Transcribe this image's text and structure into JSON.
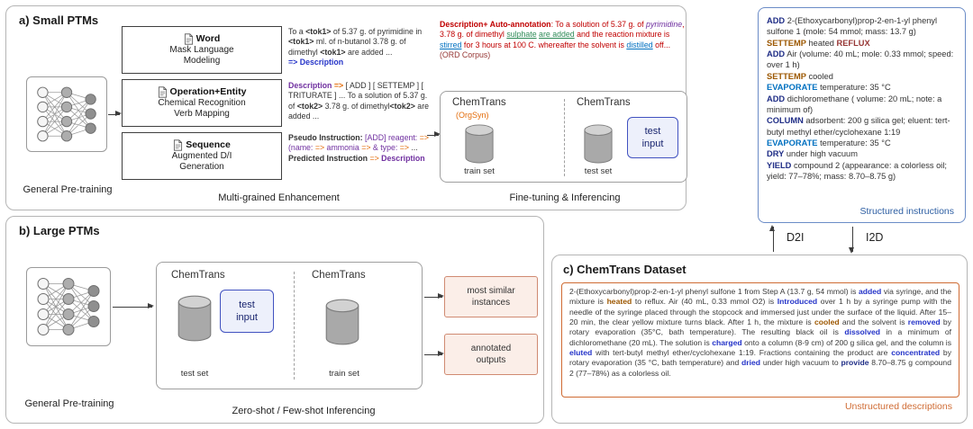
{
  "panel_a": {
    "title": "a) Small PTMs",
    "general_label": "General Pre-training",
    "enhance_label": "Multi-grained Enhancement",
    "finetune_label": "Fine-tuning & Inferencing",
    "boxes": [
      {
        "title": "Word",
        "lines": "Mask Language\nModeling"
      },
      {
        "title": "Operation+Entity",
        "lines": "Chemical Recognition\nVerb Mapping"
      },
      {
        "title": "Sequence",
        "lines": "Augmented D/I\nGeneration"
      }
    ],
    "mlm_text": [
      {
        "t": "To a "
      },
      {
        "t": "<tok1>",
        "c": "b"
      },
      {
        "t": " of 5.37 g. of pyrimidine in "
      },
      {
        "t": "<tok1>",
        "c": "b"
      },
      {
        "t": " ml. of n-butanol 3.78 g. of dimethyl "
      },
      {
        "t": "<tok1>",
        "c": "b"
      },
      {
        "t": " are added ...\n"
      },
      {
        "t": "=> Description",
        "c": "b blue"
      }
    ],
    "verb_text": [
      {
        "t": "Description ",
        "c": "b purple"
      },
      {
        "t": "=>",
        "c": "b orange"
      },
      {
        "t": " [ ADD ] [ SETTEMP ] [ TRITURATE ] ... To a solution of 5.37 g. of "
      },
      {
        "t": "<tok2>",
        "c": "b"
      },
      {
        "t": " 3.78 g. of dimethyl"
      },
      {
        "t": "<tok2>",
        "c": "b"
      },
      {
        "t": " are added ..."
      }
    ],
    "pseudo_text": [
      {
        "t": "Pseudo Instruction:",
        "c": "b"
      },
      {
        "t": " [ADD] reagent: ",
        "c": "purple"
      },
      {
        "t": "=>",
        "c": "orange"
      },
      {
        "t": " (name: ",
        "c": "purple"
      },
      {
        "t": "=>",
        "c": "orange"
      },
      {
        "t": " ammonia ",
        "c": "purple"
      },
      {
        "t": "=>",
        "c": "orange"
      },
      {
        "t": " & type: ",
        "c": "purple"
      },
      {
        "t": "=>",
        "c": "orange"
      },
      {
        "t": " ...\n"
      },
      {
        "t": "Predicted Instruction",
        "c": "b"
      },
      {
        "t": " "
      },
      {
        "t": "=>",
        "c": "orange"
      },
      {
        "t": " "
      },
      {
        "t": "Description",
        "c": "b purple"
      }
    ],
    "annotation_text": [
      {
        "t": "Description+ Auto-annotation",
        "c": "b red"
      },
      {
        "t": ": To a solution of 5.37 g. of ",
        "c": "red"
      },
      {
        "t": "pyrimidine",
        "c": "i purple"
      },
      {
        "t": ", 3.78 g. of dimethyl ",
        "c": "red"
      },
      {
        "t": "sulphate",
        "c": "green u"
      },
      {
        "t": " ",
        "c": "red"
      },
      {
        "t": "are added",
        "c": "green u"
      },
      {
        "t": " and the reaction mixture is ",
        "c": "red"
      },
      {
        "t": "stirred",
        "c": "sky u"
      },
      {
        "t": " for 3 hours at 100 C. whereafter the solvent is ",
        "c": "red"
      },
      {
        "t": "distilled",
        "c": "sky u"
      },
      {
        "t": " off... ",
        "c": "red"
      },
      {
        "t": "(ORD Corpus)",
        "c": "maroon"
      }
    ],
    "finetune": {
      "left_title": "ChemTrans",
      "left_subtitle": "(OrgSyn)",
      "left_set": "train set",
      "right_title": "ChemTrans",
      "right_set": "test set",
      "test_input": "test\ninput"
    }
  },
  "panel_b": {
    "title": "b) Large PTMs",
    "general_label": "General Pre-training",
    "inference_label": "Zero-shot / Few-shot Inferencing",
    "left_title": "ChemTrans",
    "left_set": "test set",
    "test_input": "test\ninput",
    "right_title": "ChemTrans",
    "right_set": "train set",
    "output1": "most similar\ninstances",
    "output2": "annotated\noutputs"
  },
  "panel_c": {
    "title": "c) ChemTrans Dataset",
    "label": "Unstructured descriptions",
    "unstructured_text": [
      {
        "t": "2-(Ethoxycarbonyl)prop-2-en-1-yl phenyl sulfone 1 from Step A (13.7 g, 54 mmol) is "
      },
      {
        "t": "added",
        "c": "b blue"
      },
      {
        "t": " via syringe, and the mixture is "
      },
      {
        "t": "heated",
        "c": "b brown"
      },
      {
        "t": " to reflux. Air (40 mL, 0.33 mmol O2) is "
      },
      {
        "t": "Introduced",
        "c": "b blue"
      },
      {
        "t": " over 1 h by a syringe pump with the needle of the syringe placed through the stopcock and immersed just under the surface of the liquid. After 15–20 min, the clear yellow mixture turns black. After 1 h, the mixture is "
      },
      {
        "t": "cooled",
        "c": "b brown"
      },
      {
        "t": " and the solvent is "
      },
      {
        "t": "removed",
        "c": "b blue"
      },
      {
        "t": " by rotary evaporation (35°C, bath temperature). The resulting black oil is "
      },
      {
        "t": "dissolved",
        "c": "b blue"
      },
      {
        "t": " in a minimum of dichloromethane (20 mL). The solution is "
      },
      {
        "t": "charged",
        "c": "b blue"
      },
      {
        "t": " onto a column (8-9 cm) of 200 g silica gel, and the column is "
      },
      {
        "t": "eluted",
        "c": "b blue"
      },
      {
        "t": " with tert-butyl methyl ether/cyclohexane 1:19. Fractions containing the product are "
      },
      {
        "t": "concentrated",
        "c": "b blue"
      },
      {
        "t": " by rotary evaporation (35 °C, bath temperature) and "
      },
      {
        "t": "dried",
        "c": "b blue"
      },
      {
        "t": " under high vacuum to "
      },
      {
        "t": "provide",
        "c": "b navy"
      },
      {
        "t": " 8.70–8.75 g compound 2 (77–78%) as a colorless oil."
      }
    ]
  },
  "structured": {
    "label": "Structured instructions",
    "lines": [
      {
        "t": "ADD",
        "c": "b navy"
      },
      {
        "t": " 2-(Ethoxycarbonyl)prop-2-en-1-yl phenyl sulfone 1 (mole: 54 mmol; mass: 13.7 g)\n"
      },
      {
        "t": "SETTEMP",
        "c": "b brown"
      },
      {
        "t": " heated "
      },
      {
        "t": "REFLUX",
        "c": "b maroon"
      },
      {
        "t": "\n"
      },
      {
        "t": "ADD",
        "c": "b navy"
      },
      {
        "t": " Air (volume: 40 mL; mole: 0.33 mmol; speed: over 1 h)\n"
      },
      {
        "t": "SETTEMP",
        "c": "b brown"
      },
      {
        "t": " cooled\n"
      },
      {
        "t": "EVAPORATE",
        "c": "b sky"
      },
      {
        "t": " temperature: 35 °C\n"
      },
      {
        "t": "ADD",
        "c": "b navy"
      },
      {
        "t": " dichloromethane ( volume: 20 mL; note: a minimum of)\n"
      },
      {
        "t": "COLUMN",
        "c": "b navy"
      },
      {
        "t": " adsorbent: 200 g silica gel; eluent: tert-butyl methyl ether/cyclohexane 1:19\n"
      },
      {
        "t": "EVAPORATE",
        "c": "b sky"
      },
      {
        "t": " temperature: 35 °C\n"
      },
      {
        "t": "DRY",
        "c": "b navy"
      },
      {
        "t": " under high vacuum\n"
      },
      {
        "t": "YIELD",
        "c": "b navy"
      },
      {
        "t": " compound 2 (appearance: a colorless oil; yield: 77–78%; mass: 8.70–8.75 g)"
      }
    ]
  },
  "arrows": {
    "d2i": "D2I",
    "i2d": "I2D"
  }
}
